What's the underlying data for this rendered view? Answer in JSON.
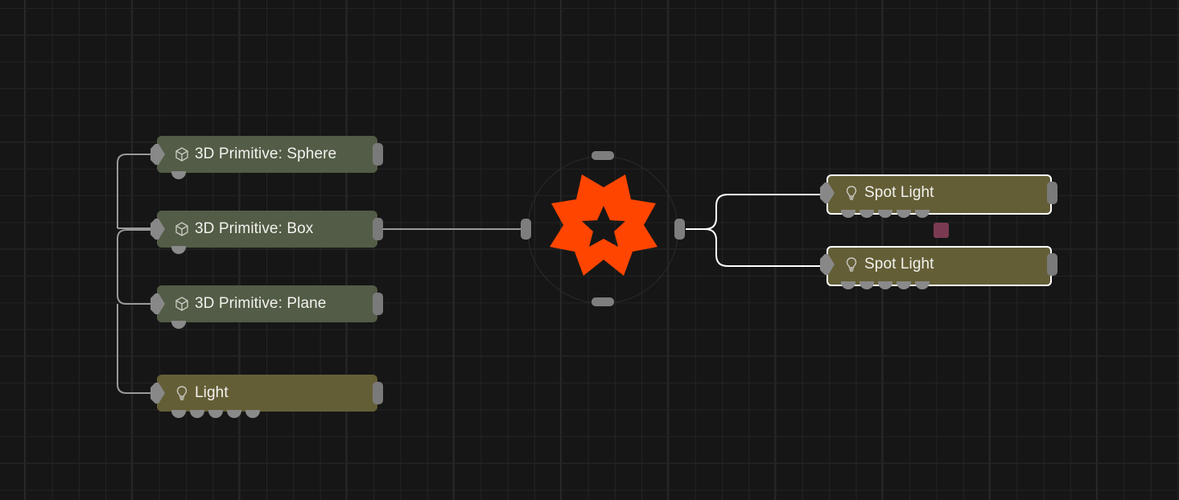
{
  "colors": {
    "background": "#161616",
    "primitive_node": "#525c46",
    "light_node": "#645e36",
    "hub_logo": "#ff4500",
    "marker": "#7a3a52",
    "port": "#888888",
    "wire": "#9a9a9a",
    "wire_selected": "#ffffff"
  },
  "nodes": [
    {
      "label": "3D Primitive: Sphere",
      "icon": "cube-icon",
      "selected": false
    },
    {
      "label": "3D Primitive: Box",
      "icon": "cube-icon",
      "selected": false
    },
    {
      "label": "3D Primitive: Plane",
      "icon": "cube-icon",
      "selected": false
    },
    {
      "label": "Light",
      "icon": "lightbulb-icon",
      "selected": false
    },
    {
      "label": "Spot Light",
      "icon": "lightbulb-icon",
      "selected": true
    },
    {
      "label": "Spot Light",
      "icon": "lightbulb-icon",
      "selected": true
    }
  ],
  "hub": {
    "icon": "logo-icon"
  }
}
